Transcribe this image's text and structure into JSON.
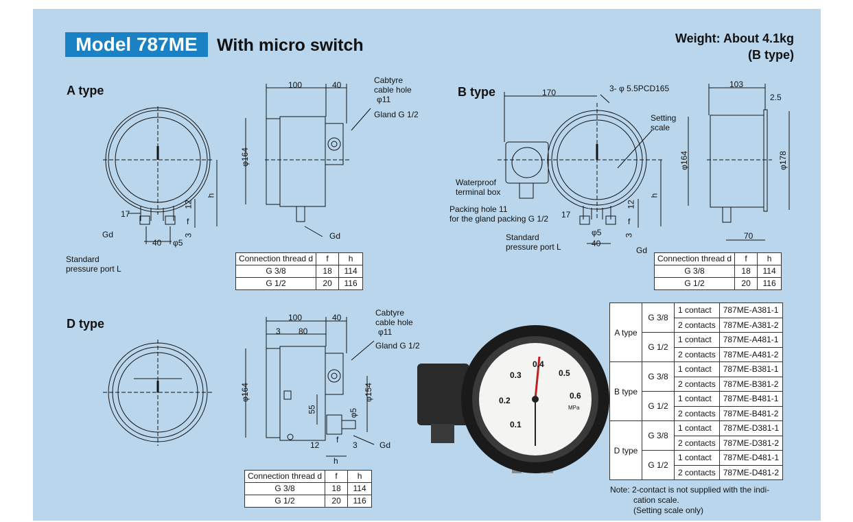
{
  "header": {
    "model_badge": "Model 787ME",
    "subtitle": "With micro switch",
    "weight_line1": "Weight: About 4.1kg",
    "weight_line2": "(B type)"
  },
  "a_type": {
    "title": "A type",
    "dims": {
      "w100": "100",
      "w40": "40",
      "d164": "φ164",
      "h": "h",
      "d12": "12",
      "f": "f",
      "d3": "3",
      "d17": "17",
      "d40": "40",
      "d5": "φ5"
    },
    "labels": {
      "cabtyre1": "Cabtyre",
      "cabtyre2": "cable hole",
      "cabtyre3": "φ11",
      "gland": "Gland G 1/2",
      "gd_left": "Gd",
      "gd_right": "Gd",
      "std1": "Standard",
      "std2": "pressure port L"
    }
  },
  "b_type": {
    "title": "B type",
    "dims": {
      "w170": "170",
      "pcd": "3- φ 5.5PCD165",
      "w103": "103",
      "w25": "2.5",
      "d164": "φ164",
      "d178": "φ178",
      "h": "h",
      "d12": "12",
      "f": "f",
      "d3": "3",
      "d17": "17",
      "d40": "40",
      "d5": "φ5",
      "w70": "70"
    },
    "labels": {
      "setting1": "Setting",
      "setting2": "scale",
      "wp1": "Waterproof",
      "wp2": "terminal box",
      "pack1": "Packing hole 11",
      "pack2": "for the gland packing G 1/2",
      "std1": "Standard",
      "std2": "pressure port L",
      "gd": "Gd"
    }
  },
  "d_type": {
    "title": "D type",
    "dims": {
      "w100": "100",
      "w40": "40",
      "w3": "3",
      "w80": "80",
      "d164": "φ164",
      "d154": "φ154",
      "d55": "55",
      "d5": "φ5",
      "d12": "12",
      "f": "f",
      "d3": "3",
      "h": "h"
    },
    "labels": {
      "cabtyre1": "Cabtyre",
      "cabtyre2": "cable hole",
      "cabtyre3": "φ11",
      "gland": "Gland G 1/2",
      "gd": "Gd"
    }
  },
  "gauge": {
    "ticks": [
      "0.1",
      "0.2",
      "0.3",
      "0.4",
      "0.5",
      "0.6"
    ],
    "unit": "MPa"
  },
  "thread_table": {
    "headers": [
      "Connection thread d",
      "f",
      "h"
    ],
    "rows": [
      [
        "G 3/8",
        "18",
        "114"
      ],
      [
        "G 1/2",
        "20",
        "116"
      ]
    ]
  },
  "models": [
    {
      "type": "A type",
      "groups": [
        {
          "thread": "G 3/8",
          "rows": [
            [
              "1 contact",
              "787ME-A381-1"
            ],
            [
              "2 contacts",
              "787ME-A381-2"
            ]
          ]
        },
        {
          "thread": "G 1/2",
          "rows": [
            [
              "1 contact",
              "787ME-A481-1"
            ],
            [
              "2 contacts",
              "787ME-A481-2"
            ]
          ]
        }
      ]
    },
    {
      "type": "B type",
      "groups": [
        {
          "thread": "G 3/8",
          "rows": [
            [
              "1 contact",
              "787ME-B381-1"
            ],
            [
              "2 contacts",
              "787ME-B381-2"
            ]
          ]
        },
        {
          "thread": "G 1/2",
          "rows": [
            [
              "1 contact",
              "787ME-B481-1"
            ],
            [
              "2 contacts",
              "787ME-B481-2"
            ]
          ]
        }
      ]
    },
    {
      "type": "D type",
      "groups": [
        {
          "thread": "G 3/8",
          "rows": [
            [
              "1 contact",
              "787ME-D381-1"
            ],
            [
              "2 contacts",
              "787ME-D381-2"
            ]
          ]
        },
        {
          "thread": "G 1/2",
          "rows": [
            [
              "1 contact",
              "787ME-D481-1"
            ],
            [
              "2 contacts",
              "787ME-D481-2"
            ]
          ]
        }
      ]
    }
  ],
  "note": {
    "line1": "Note: 2-contact is not supplied with the indi-",
    "line2": "cation scale.",
    "line3": "(Setting scale only)"
  }
}
